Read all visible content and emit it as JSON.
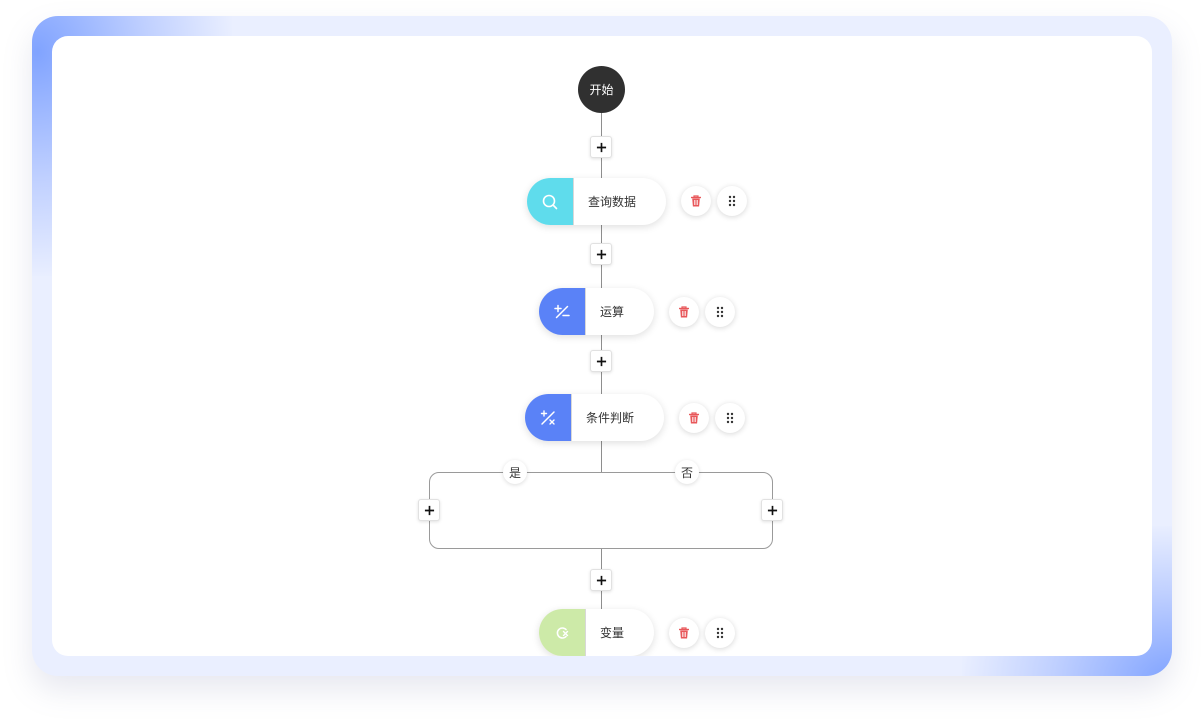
{
  "flow": {
    "start_label": "开始",
    "nodes": [
      {
        "label": "查询数据",
        "icon": "search-icon",
        "color": "#5fdcec"
      },
      {
        "label": "运算",
        "icon": "plus-minus-icon",
        "color": "#5a82f7"
      },
      {
        "label": "条件判断",
        "icon": "percent-condition-icon",
        "color": "#5a82f7"
      },
      {
        "label": "变量",
        "icon": "variable-icon",
        "color": "#cdeaa8"
      }
    ],
    "branches": {
      "yes_label": "是",
      "no_label": "否"
    },
    "actions": {
      "delete_icon": "trash-icon",
      "drag_icon": "drag-handle-icon",
      "add_icon": "plus-icon"
    }
  },
  "colors": {
    "delete": "#e8575a",
    "frame_bg": "#eaefff",
    "glow": "#7e9fff",
    "start_bg": "#303030"
  }
}
